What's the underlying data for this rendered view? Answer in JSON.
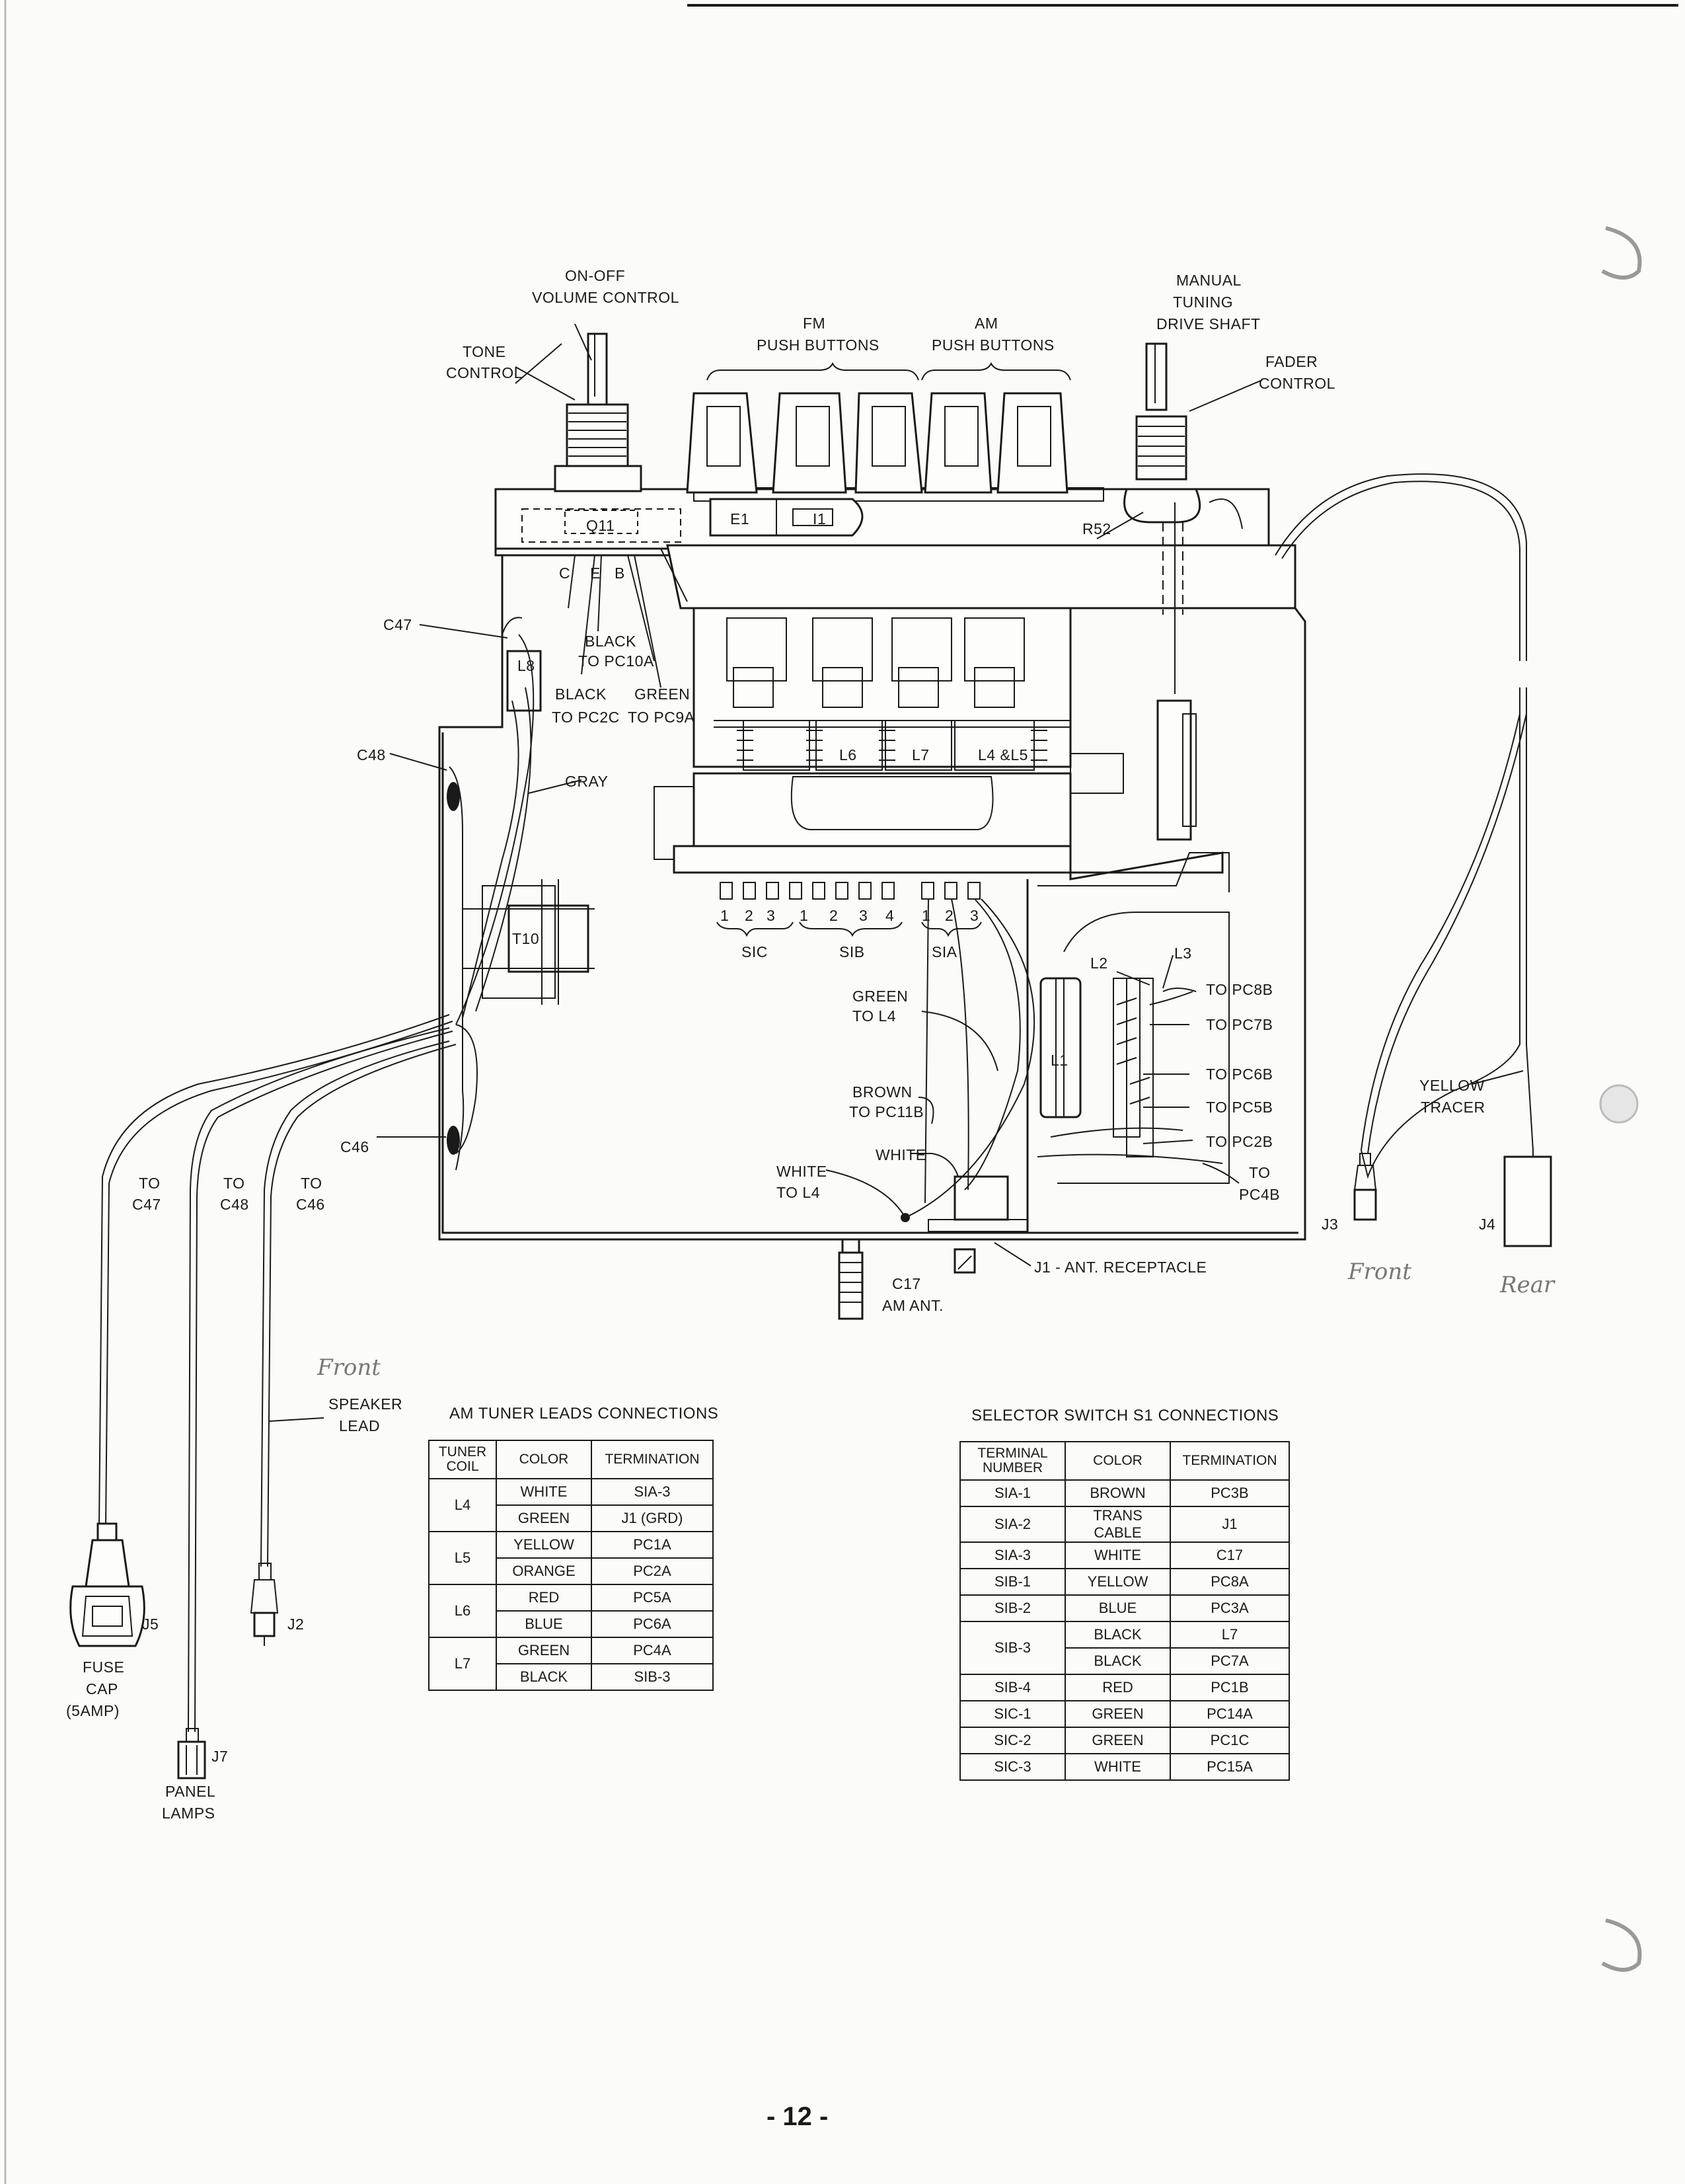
{
  "diagram": {
    "labels": {
      "on_off_volume": [
        "ON-OFF",
        "VOLUME CONTROL"
      ],
      "tone_control": [
        "TONE",
        "CONTROL"
      ],
      "fm_push_buttons": [
        "FM",
        "PUSH BUTTONS"
      ],
      "am_push_buttons": [
        "AM",
        "PUSH BUTTONS"
      ],
      "manual_tuning": [
        "MANUAL",
        "TUNING",
        "DRIVE SHAFT"
      ],
      "fader_control": [
        "FADER",
        "CONTROL"
      ],
      "q11": "Q11",
      "e1": "E1",
      "i1": "I1",
      "r52": "R52",
      "c_pin": "C",
      "e_pin": "E",
      "b_pin": "B",
      "c47": "C47",
      "l8": "L8",
      "black_pc10a": [
        "BLACK",
        "TO PC10A"
      ],
      "black_pc2c": [
        "BLACK",
        "TO PC2C"
      ],
      "green_pc9a": [
        "GREEN",
        "TO PC9A"
      ],
      "c48": "C48",
      "gray": "GRAY",
      "l6": "L6",
      "l7": "L7",
      "l4l5": "L4 &L5",
      "t10": "T10",
      "sic": "SIC",
      "sib": "SIB",
      "sia": "SIA",
      "sic_nums": [
        "1",
        "2",
        "3"
      ],
      "sib_nums": [
        "1",
        "2",
        "3",
        "4"
      ],
      "sia_nums": [
        "1",
        "2",
        "3"
      ],
      "green_l4": [
        "GREEN",
        "TO L4"
      ],
      "brown_pc11b": [
        "BROWN",
        "TO PC11B"
      ],
      "white": "WHITE",
      "white_l4": [
        "WHITE",
        "TO L4"
      ],
      "l1": "L1",
      "l2": "L2",
      "l3": "L3",
      "to_pc8b": "TO PC8B",
      "to_pc7b": "TO PC7B",
      "to_pc6b": "TO PC6B",
      "to_pc5b": "TO PC5B",
      "to_pc2b": "TO PC2B",
      "to_pc4b": [
        "TO",
        "PC4B"
      ],
      "c46": "C46",
      "to_c47": [
        "TO",
        "C47"
      ],
      "to_c48": [
        "TO",
        "C48"
      ],
      "to_c46": [
        "TO",
        "C46"
      ],
      "c17_am_ant": [
        "C17",
        "AM ANT."
      ],
      "j1_ant": "J1 - ANT. RECEPTACLE",
      "yellow_tracer": [
        "YELLOW",
        "TRACER"
      ],
      "j3": "J3",
      "j4": "J4",
      "speaker_lead": [
        "SPEAKER",
        "LEAD"
      ],
      "j5": "J5",
      "fuse_cap": [
        "FUSE",
        "CAP",
        "(5AMP)"
      ],
      "j2": "J2",
      "j7": "J7",
      "panel_lamps": [
        "PANEL",
        "LAMPS"
      ]
    },
    "handwritten": {
      "front_left": "Front",
      "front_j3": "Front",
      "rear_j4": "Rear"
    }
  },
  "am_tuner_table": {
    "title": "AM TUNER LEADS CONNECTIONS",
    "headers": [
      "TUNER COIL",
      "COLOR",
      "TERMINATION"
    ],
    "groups": [
      {
        "coil": "L4",
        "rows": [
          [
            "WHITE",
            "SIA-3"
          ],
          [
            "GREEN",
            "J1 (GRD)"
          ]
        ]
      },
      {
        "coil": "L5",
        "rows": [
          [
            "YELLOW",
            "PC1A"
          ],
          [
            "ORANGE",
            "PC2A"
          ]
        ]
      },
      {
        "coil": "L6",
        "rows": [
          [
            "RED",
            "PC5A"
          ],
          [
            "BLUE",
            "PC6A"
          ]
        ]
      },
      {
        "coil": "L7",
        "rows": [
          [
            "GREEN",
            "PC4A"
          ],
          [
            "BLACK",
            "SIB-3"
          ]
        ]
      }
    ]
  },
  "selector_table": {
    "title": "SELECTOR SWITCH S1 CONNECTIONS",
    "headers": [
      "TERMINAL NUMBER",
      "COLOR",
      "TERMINATION"
    ],
    "rows": [
      [
        "SIA-1",
        "BROWN",
        "PC3B"
      ],
      [
        "SIA-2",
        "TRANS CABLE",
        "J1"
      ],
      [
        "SIA-3",
        "WHITE",
        "C17"
      ],
      [
        "SIB-1",
        "YELLOW",
        "PC8A"
      ],
      [
        "SIB-2",
        "BLUE",
        "PC3A"
      ],
      [
        "SIB-3",
        "BLACK",
        "L7"
      ],
      [
        "",
        "BLACK",
        "PC7A"
      ],
      [
        "SIB-4",
        "RED",
        "PC1B"
      ],
      [
        "SIC-1",
        "GREEN",
        "PC14A"
      ],
      [
        "SIC-2",
        "GREEN",
        "PC1C"
      ],
      [
        "SIC-3",
        "WHITE",
        "PC15A"
      ]
    ]
  },
  "page_number": "- 12 -"
}
